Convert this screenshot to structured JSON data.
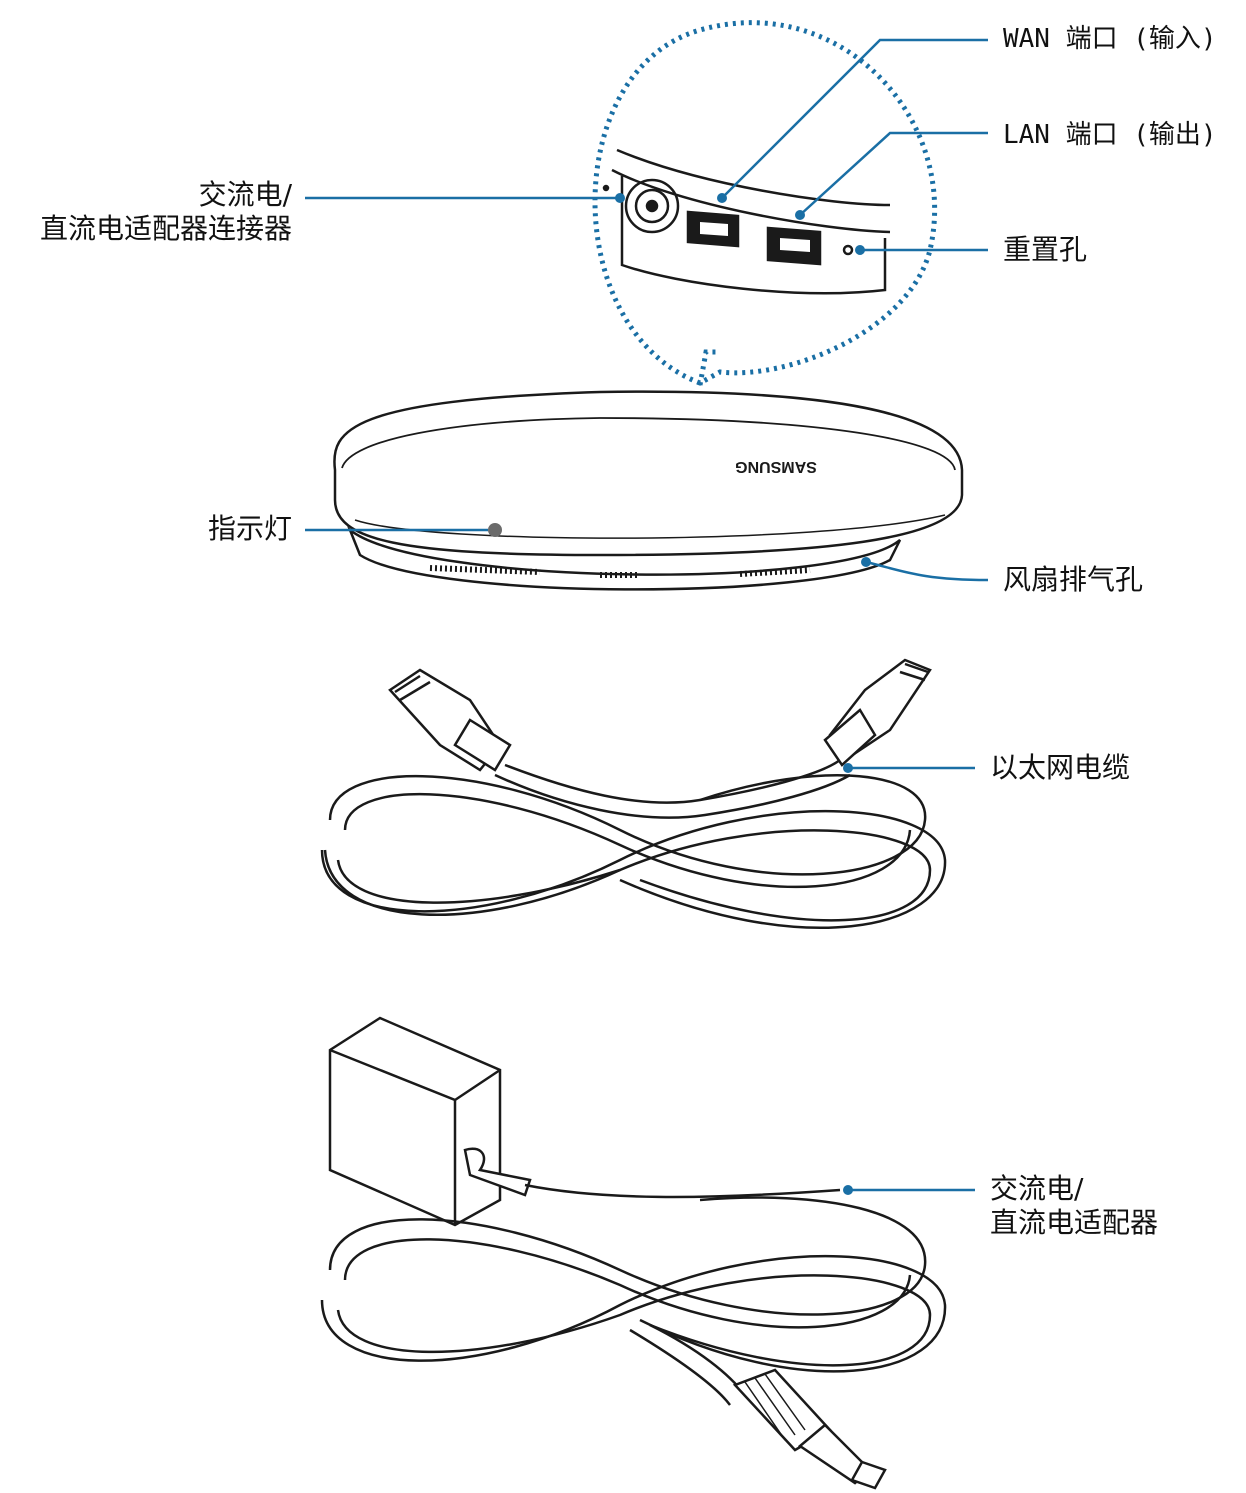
{
  "colors": {
    "callout": "#1a6fa5",
    "ink": "#1a1a1a",
    "indicator": "#6b6b6b"
  },
  "labels": {
    "wan_port": "WAN 端口 (输入)",
    "lan_port": "LAN 端口 (输出)",
    "reset_hole": "重置孔",
    "adapter_connector_line1": "交流电/",
    "adapter_connector_line2": "直流电适配器连接器",
    "indicator": "指示灯",
    "fan_vent": "风扇排气孔",
    "ethernet_cable": "以太网电缆",
    "adapter_line1": "交流电/",
    "adapter_line2": "直流电适配器"
  },
  "brand": "SAMSUNG"
}
